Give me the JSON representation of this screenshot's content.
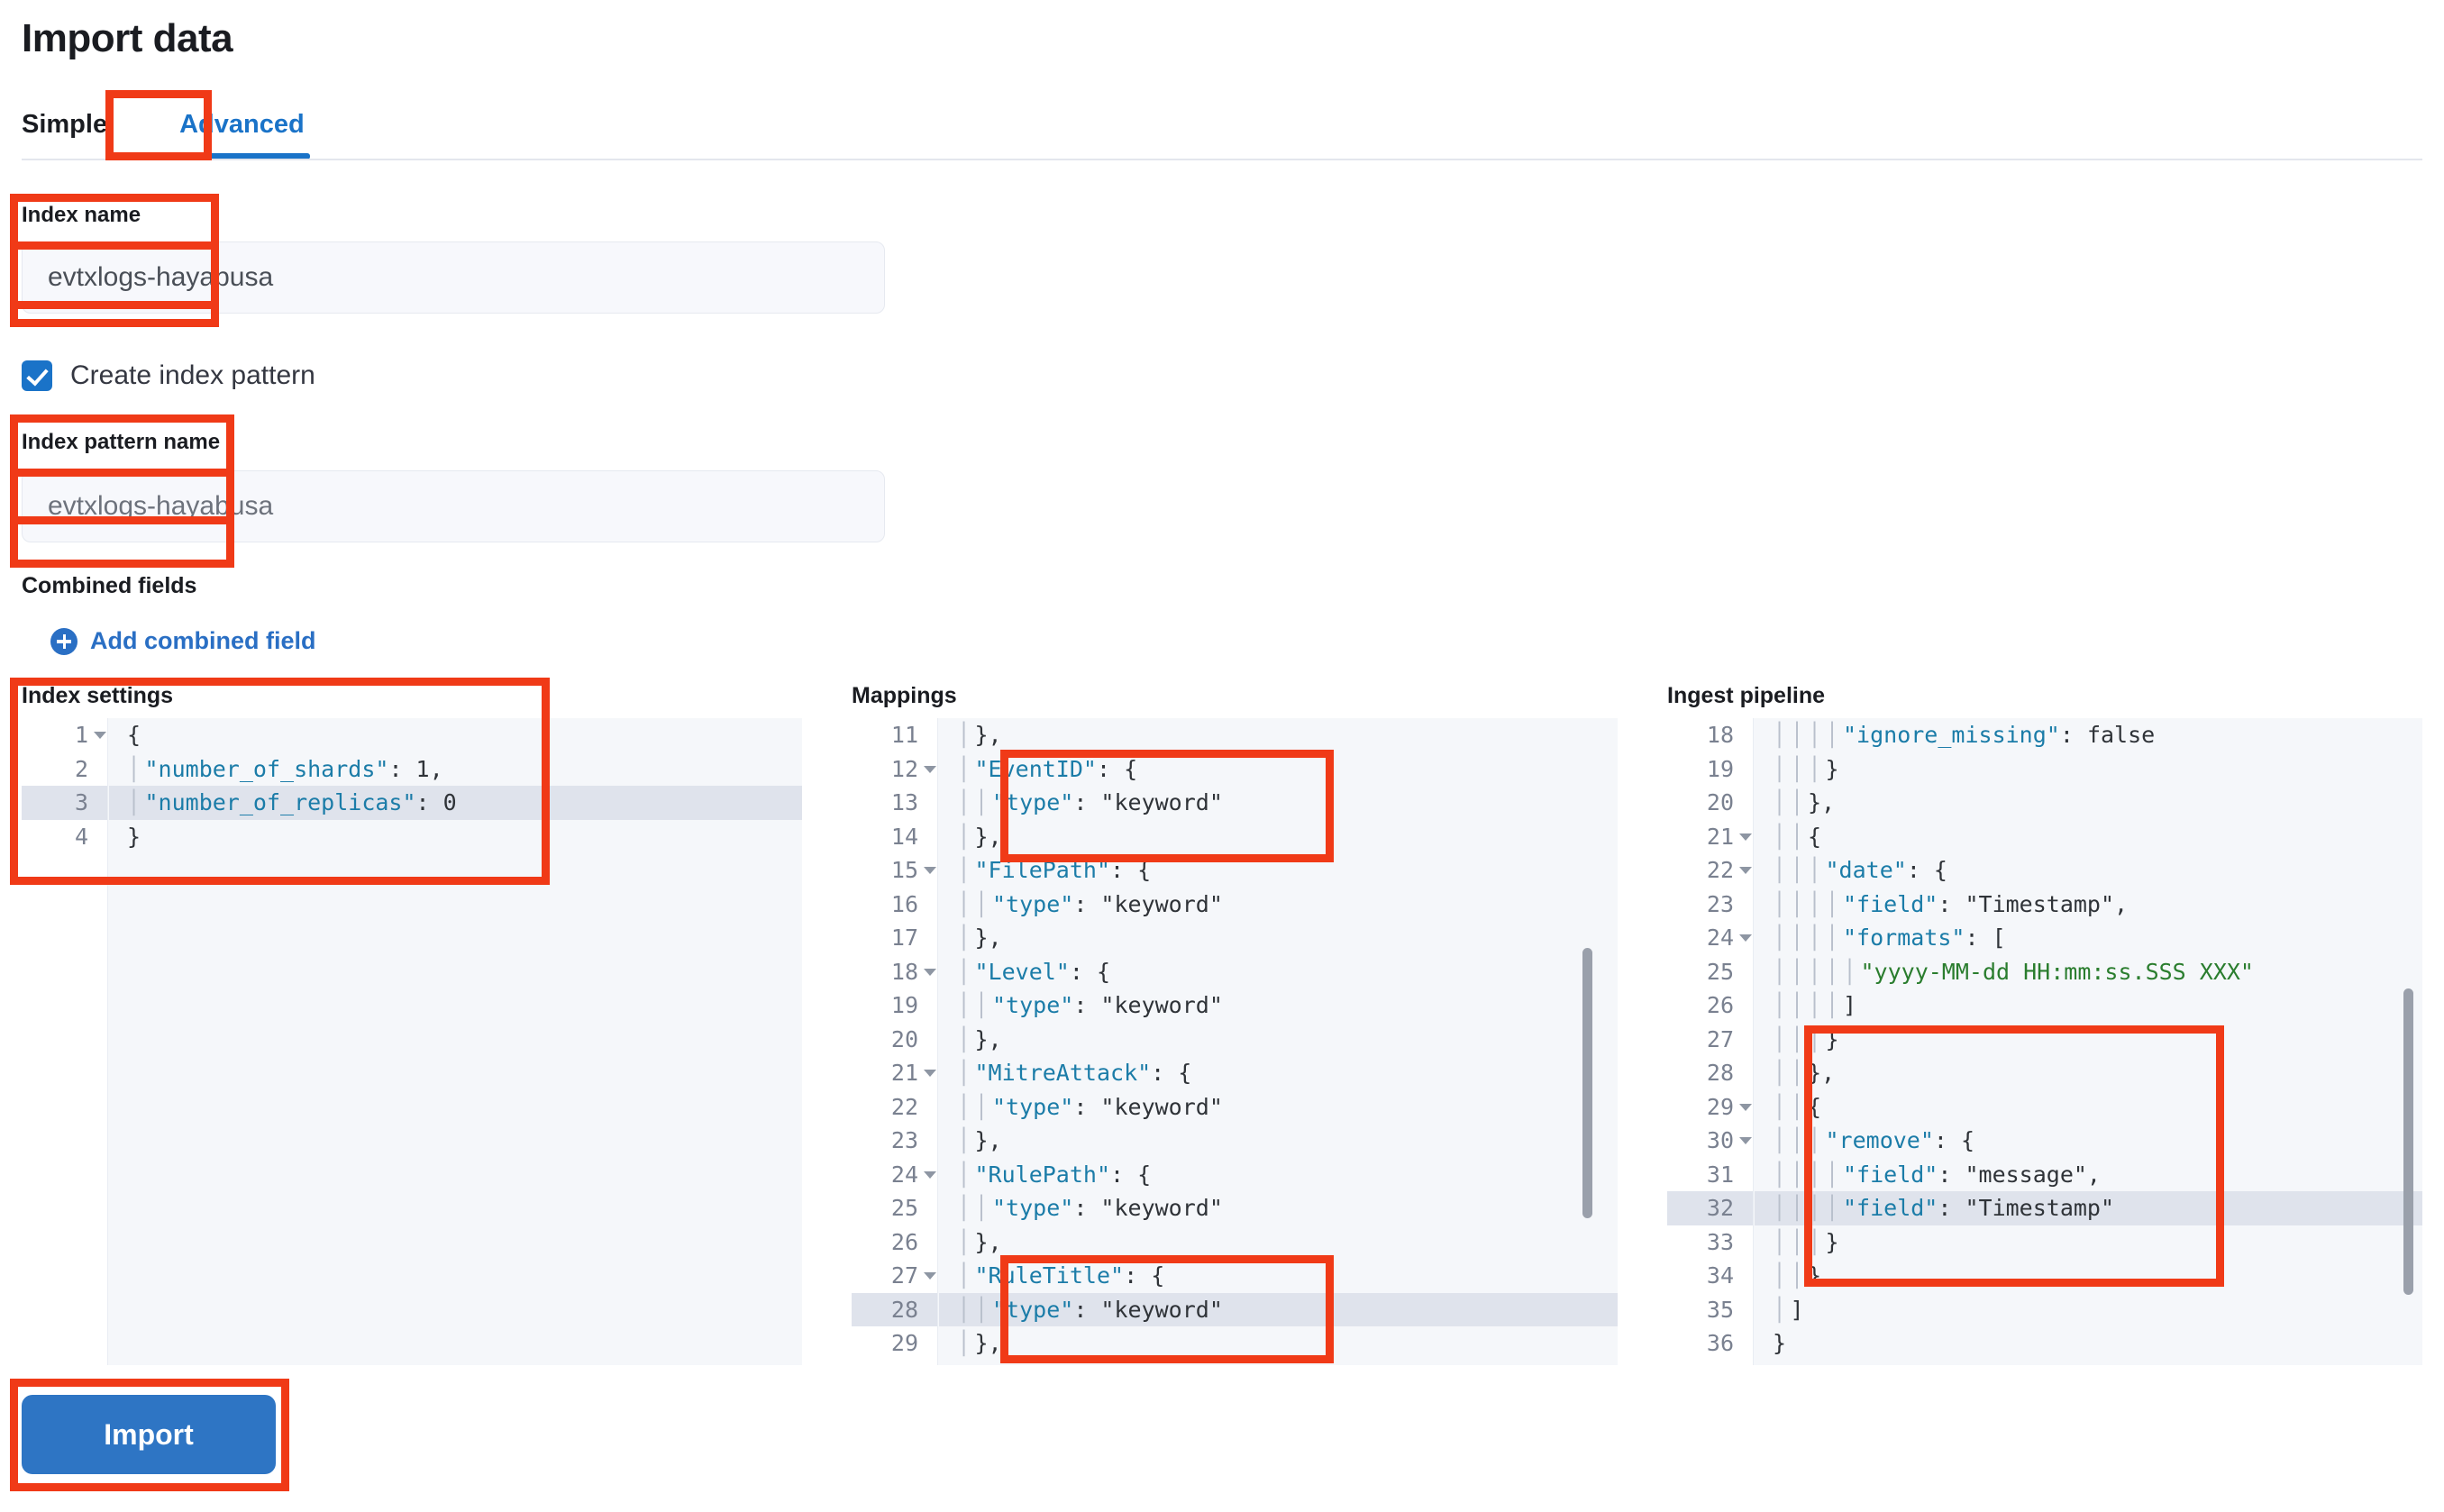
{
  "header": {
    "title": "Import data"
  },
  "tabs": [
    {
      "label": "Simple",
      "active": false
    },
    {
      "label": "Advanced",
      "active": true
    }
  ],
  "index_name": {
    "label": "Index name",
    "value": "evtxlogs-hayabusa"
  },
  "create_index_pattern": {
    "label": "Create index pattern",
    "checked": true
  },
  "index_pattern_name": {
    "label": "Index pattern name",
    "placeholder": "evtxlogs-hayabusa"
  },
  "combined_fields": {
    "title": "Combined fields",
    "add_link": "Add combined field"
  },
  "editors": {
    "index_settings": {
      "title": "Index settings",
      "lines": [
        {
          "n": "1",
          "fold": true,
          "hl": false,
          "text": "{"
        },
        {
          "n": "2",
          "fold": false,
          "hl": false,
          "text": "  \"number_of_shards\": 1,"
        },
        {
          "n": "3",
          "fold": false,
          "hl": true,
          "text": "  \"number_of_replicas\": 0"
        },
        {
          "n": "4",
          "fold": false,
          "hl": false,
          "text": "}"
        }
      ]
    },
    "mappings": {
      "title": "Mappings",
      "lines": [
        {
          "n": "11",
          "fold": false,
          "hl": false,
          "text": "  },"
        },
        {
          "n": "12",
          "fold": true,
          "hl": false,
          "text": "  \"EventID\": {"
        },
        {
          "n": "13",
          "fold": false,
          "hl": false,
          "text": "    \"type\": \"keyword\""
        },
        {
          "n": "14",
          "fold": false,
          "hl": false,
          "text": "  },"
        },
        {
          "n": "15",
          "fold": true,
          "hl": false,
          "text": "  \"FilePath\": {"
        },
        {
          "n": "16",
          "fold": false,
          "hl": false,
          "text": "    \"type\": \"keyword\""
        },
        {
          "n": "17",
          "fold": false,
          "hl": false,
          "text": "  },"
        },
        {
          "n": "18",
          "fold": true,
          "hl": false,
          "text": "  \"Level\": {"
        },
        {
          "n": "19",
          "fold": false,
          "hl": false,
          "text": "    \"type\": \"keyword\""
        },
        {
          "n": "20",
          "fold": false,
          "hl": false,
          "text": "  },"
        },
        {
          "n": "21",
          "fold": true,
          "hl": false,
          "text": "  \"MitreAttack\": {"
        },
        {
          "n": "22",
          "fold": false,
          "hl": false,
          "text": "    \"type\": \"keyword\""
        },
        {
          "n": "23",
          "fold": false,
          "hl": false,
          "text": "  },"
        },
        {
          "n": "24",
          "fold": true,
          "hl": false,
          "text": "  \"RulePath\": {"
        },
        {
          "n": "25",
          "fold": false,
          "hl": false,
          "text": "    \"type\": \"keyword\""
        },
        {
          "n": "26",
          "fold": false,
          "hl": false,
          "text": "  },"
        },
        {
          "n": "27",
          "fold": true,
          "hl": false,
          "text": "  \"RuleTitle\": {"
        },
        {
          "n": "28",
          "fold": false,
          "hl": true,
          "text": "    \"type\": \"keyword\""
        },
        {
          "n": "29",
          "fold": false,
          "hl": false,
          "text": "  },"
        }
      ]
    },
    "ingest_pipeline": {
      "title": "Ingest pipeline",
      "lines": [
        {
          "n": "18",
          "fold": false,
          "hl": false,
          "text": "        \"ignore_missing\": false"
        },
        {
          "n": "19",
          "fold": false,
          "hl": false,
          "text": "      }"
        },
        {
          "n": "20",
          "fold": false,
          "hl": false,
          "text": "    },"
        },
        {
          "n": "21",
          "fold": true,
          "hl": false,
          "text": "    {"
        },
        {
          "n": "22",
          "fold": true,
          "hl": false,
          "text": "      \"date\": {"
        },
        {
          "n": "23",
          "fold": false,
          "hl": false,
          "text": "        \"field\": \"Timestamp\","
        },
        {
          "n": "24",
          "fold": true,
          "hl": false,
          "text": "        \"formats\": ["
        },
        {
          "n": "25",
          "fold": false,
          "hl": false,
          "text": "          \"yyyy-MM-dd HH:mm:ss.SSS XXX\""
        },
        {
          "n": "26",
          "fold": false,
          "hl": false,
          "text": "        ]"
        },
        {
          "n": "27",
          "fold": false,
          "hl": false,
          "text": "      }"
        },
        {
          "n": "28",
          "fold": false,
          "hl": false,
          "text": "    },"
        },
        {
          "n": "29",
          "fold": true,
          "hl": false,
          "text": "    {"
        },
        {
          "n": "30",
          "fold": true,
          "hl": false,
          "text": "      \"remove\": {"
        },
        {
          "n": "31",
          "fold": false,
          "hl": false,
          "text": "        \"field\": \"message\","
        },
        {
          "n": "32",
          "fold": false,
          "hl": true,
          "text": "        \"field\": \"Timestamp\""
        },
        {
          "n": "33",
          "fold": false,
          "hl": false,
          "text": "      }"
        },
        {
          "n": "34",
          "fold": false,
          "hl": false,
          "text": "    }"
        },
        {
          "n": "35",
          "fold": false,
          "hl": false,
          "text": "  ]"
        },
        {
          "n": "36",
          "fold": false,
          "hl": false,
          "text": "}"
        }
      ]
    }
  },
  "import_button": {
    "label": "Import"
  },
  "colors": {
    "accent": "#1a73c8",
    "annotation": "#f03a17",
    "button": "#2e75c4",
    "string": "#2a7d2e",
    "key": "#1b7ca8"
  }
}
